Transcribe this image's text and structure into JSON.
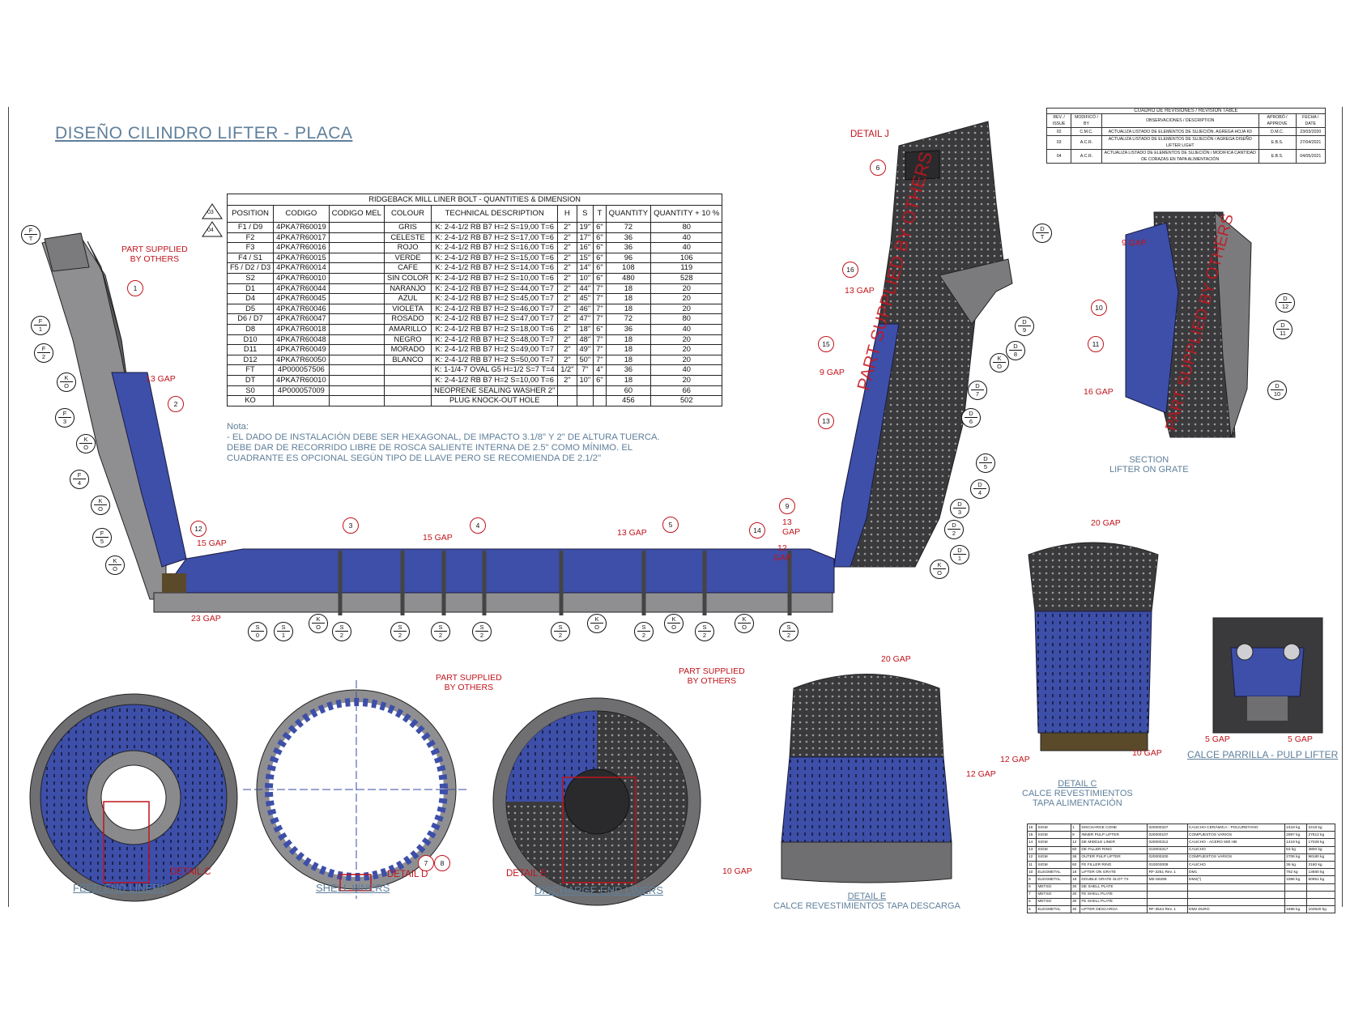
{
  "title": "DISEÑO CILINDRO LIFTER - PLACA",
  "bolt_table": {
    "caption": "RIDGEBACK MILL LINER BOLT - QUANTITIES & DIMENSION",
    "headers": [
      "POSITION",
      "CODIGO",
      "CODIGO MEL",
      "COLOUR",
      "TECHNICAL DESCRIPTION",
      "H",
      "S",
      "T",
      "QUANTITY",
      "QUANTITY + 10 %"
    ],
    "rows": [
      [
        "F1 / D9",
        "4PKA7R60019",
        "",
        "GRIS",
        "K: 2-4-1/2 RB B7 H=2 S=19,00 T=6",
        "2\"",
        "19\"",
        "6\"",
        "72",
        "80"
      ],
      [
        "F2",
        "4PKA7R60017",
        "",
        "CELESTE",
        "K: 2-4-1/2 RB B7 H=2 S=17,00 T=6",
        "2\"",
        "17\"",
        "6\"",
        "36",
        "40"
      ],
      [
        "F3",
        "4PKA7R60016",
        "",
        "ROJO",
        "K: 2-4-1/2 RB B7 H=2 S=16,00 T=6",
        "2\"",
        "16\"",
        "6\"",
        "36",
        "40"
      ],
      [
        "F4 / S1",
        "4PKA7R60015",
        "",
        "VERDE",
        "K: 2-4-1/2 RB B7 H=2 S=15,00 T=6",
        "2\"",
        "15\"",
        "6\"",
        "96",
        "106"
      ],
      [
        "F5 / D2 / D3",
        "4PKA7R60014",
        "",
        "CAFE",
        "K: 2-4-1/2 RB B7 H=2 S=14,00 T=6",
        "2\"",
        "14\"",
        "6\"",
        "108",
        "119"
      ],
      [
        "S2",
        "4PKA7R60010",
        "",
        "SIN COLOR",
        "K: 2-4-1/2 RB B7 H=2 S=10,00 T=6",
        "2\"",
        "10\"",
        "6\"",
        "480",
        "528"
      ],
      [
        "D1",
        "4PKA7R60044",
        "",
        "NARANJO",
        "K: 2-4-1/2 RB B7 H=2 S=44,00 T=7",
        "2\"",
        "44\"",
        "7\"",
        "18",
        "20"
      ],
      [
        "D4",
        "4PKA7R60045",
        "",
        "AZUL",
        "K: 2-4-1/2 RB B7 H=2 S=45,00 T=7",
        "2\"",
        "45\"",
        "7\"",
        "18",
        "20"
      ],
      [
        "D5",
        "4PKA7R60046",
        "",
        "VIOLETA",
        "K: 2-4-1/2 RB B7 H=2 S=46,00 T=7",
        "2\"",
        "46\"",
        "7\"",
        "18",
        "20"
      ],
      [
        "D6 / D7",
        "4PKA7R60047",
        "",
        "ROSADO",
        "K: 2-4-1/2 RB B7 H=2 S=47,00 T=7",
        "2\"",
        "47\"",
        "7\"",
        "72",
        "80"
      ],
      [
        "D8",
        "4PKA7R60018",
        "",
        "AMARILLO",
        "K: 2-4-1/2 RB B7 H=2 S=18,00 T=6",
        "2\"",
        "18\"",
        "6\"",
        "36",
        "40"
      ],
      [
        "D10",
        "4PKA7R60048",
        "",
        "NEGRO",
        "K: 2-4-1/2 RB B7 H=2 S=48,00 T=7",
        "2\"",
        "48\"",
        "7\"",
        "18",
        "20"
      ],
      [
        "D11",
        "4PKA7R60049",
        "",
        "MORADO",
        "K: 2-4-1/2 RB B7 H=2 S=49,00 T=7",
        "2\"",
        "49\"",
        "7\"",
        "18",
        "20"
      ],
      [
        "D12",
        "4PKA7R60050",
        "",
        "BLANCO",
        "K: 2-4-1/2 RB B7 H=2 S=50,00 T=7",
        "2\"",
        "50\"",
        "7\"",
        "18",
        "20"
      ],
      [
        "FT",
        "4P000057506",
        "",
        "",
        "K: 1-1/4-7 OVAL G5 H=1/2 S=7 T=4",
        "1/2\"",
        "7\"",
        "4\"",
        "36",
        "40"
      ],
      [
        "DT",
        "4PKA7R60010",
        "",
        "",
        "K: 2-4-1/2 RB B7 H=2 S=10,00 T=6",
        "2\"",
        "10\"",
        "6\"",
        "18",
        "20"
      ],
      [
        "S0",
        "4P000057009",
        "",
        "",
        "NEOPRENE SEALING WASHER 2\"",
        "",
        "",
        "",
        "60",
        "66"
      ],
      [
        "KO",
        "",
        "",
        "",
        "PLUG KNOCK-OUT HOLE",
        "",
        "",
        "",
        "456",
        "502"
      ]
    ]
  },
  "note": {
    "heading": "Nota:",
    "text": "- EL DADO DE INSTALACIÓN DEBE SER HEXAGONAL, DE IMPACTO 3.1/8\" Y 2\" DE ALTURA TUERCA. DEBE DAR DE RECORRIDO LIBRE DE ROSCA SALIENTE INTERNA DE 2.5\" COMO MÍNIMO. EL CUADRANTE ES OPCIONAL SEGÚN TIPO DE LLAVE PERO SE RECOMIENDA DE 2.1/2\""
  },
  "revision_table": {
    "caption": "CUADRO DE REVISIONES / REVISION TABLE",
    "headers": [
      "REV. / ISSUE",
      "MODIFICÓ / BY",
      "OBSERVACIONES / DESCRIPTION",
      "APROBÓ / APPROVE",
      "FECHA / DATE"
    ],
    "rows": [
      [
        "02",
        "C.M.C.",
        "ACTUALIZA LISTADO DE ELEMENTOS DE SUJECIÓN. AGREGA HOJA K0",
        "D.M.C.",
        "23/03/2020"
      ],
      [
        "03",
        "A.C.R.",
        "ACTUALIZA LISTADO DE ELEMENTOS DE SUJECIÓN / AGREGA DISEÑO LIFTER LIGHT",
        "E.B.S.",
        "27/04/2021"
      ],
      [
        "04",
        "A.C.R.",
        "ACTUALIZA LISTADO DE ELEMENTOS DE SUJECIÓN / MODIFICA CANTIDAD DE CORAZAS EN TAPA ALIMENTACIÓN",
        "E.B.S.",
        "04/05/2021"
      ]
    ]
  },
  "parts_table": [
    [
      "16",
      "SIGM",
      "1",
      "DISCHARGE CONE",
      "020000327",
      "CAUCHO CERÁMICA - POLIURETANO",
      "2418 kg",
      "2418 kg"
    ],
    [
      "15",
      "SIGM",
      "9",
      "INNER PULP LIFTER",
      "020000107",
      "COMPUESTOS VARIOS",
      "2897 kg",
      "27512 kg"
    ],
    [
      "14",
      "SIGM",
      "12",
      "DE MIDDLE LINER",
      "020000312",
      "CAUCHO - ACERO 500 HB",
      "1419 kg",
      "17028 kg"
    ],
    [
      "13",
      "SIGM",
      "60",
      "DE FILLER RING",
      "010003317",
      "CAUCHO",
      "63 kg",
      "3800 kg"
    ],
    [
      "12",
      "SIGM",
      "36",
      "OUTER PULP LIFTER",
      "020000200",
      "COMPUESTOS VARIOS",
      "2706 kg",
      "98180 kg"
    ],
    [
      "11",
      "SIGM",
      "60",
      "FE FILLER RING",
      "010003008",
      "CAUCHO",
      "36 kg",
      "2160 kg"
    ],
    [
      "10",
      "ELEGMETAL",
      "18",
      "LIFTER ON GRATE",
      "RF-3251 Rev. 1",
      "DM1",
      "762 kg",
      "13560 kg"
    ],
    [
      "9",
      "ELEGMETAL",
      "18",
      "DOUBLE GRATE SLOT 7X",
      "ME-59289",
      "DM2(*)",
      "3386 kg",
      "60951 kg"
    ],
    [
      "8",
      "METSO",
      "30",
      "DE SHELL PLATE",
      "",
      "",
      "",
      ""
    ],
    [
      "7",
      "METSO",
      "30",
      "FE SHELL PLATE",
      "",
      "",
      "",
      ""
    ],
    [
      "6",
      "METSO",
      "30",
      "FE SHELL PLATE",
      "",
      "",
      "",
      ""
    ],
    [
      "5",
      "ELEGMETAL",
      "30",
      "LIFTER DESCARGA",
      "RF-3544 Rev. 1",
      "DM2 DURO",
      "3486 kg",
      "104520 kg"
    ]
  ],
  "labels": {
    "part_supplied_1": "PART SUPPLIED",
    "part_supplied_2": "BY OTHERS",
    "part_supplied_watermark": "PART SUPPLIED BY OTHERS",
    "detail_j": "DETAIL J",
    "detail_c": "DETAIL C",
    "detail_d": "DETAIL D",
    "detail_e": "DETAIL E",
    "section_1": "SECTION",
    "section_2": "LIFTER ON GRATE",
    "feed_end_liners": "FEED END LINERS",
    "shell_liners": "SHELL LINERS",
    "discharge_end_liners": "DISCHARGE END LINERS",
    "detail_c_title_1": "DETAIL C",
    "detail_c_title_2": "CALCE REVESTIMIENTOS",
    "detail_c_title_3": "TAPA ALIMENTACIÓN",
    "detail_e_title_1": "DETAIL E",
    "detail_e_title_2": "CALCE REVESTIMIENTOS TAPA DESCARGA",
    "calce_parrilla": "CALCE PARRILLA - PULP LIFTER",
    "rev_03": "03",
    "rev_04": "04"
  },
  "gaps": {
    "g13a": "13 GAP",
    "g15a": "15 GAP",
    "g23": "23 GAP",
    "g15b": "15 GAP",
    "g13b": "13 GAP",
    "g13c": "13",
    "g12a": "12",
    "gap_word": "GAP",
    "g13d": "13 GAP",
    "g9a": "9 GAP",
    "g9b": "9 GAP",
    "g16": "16 GAP",
    "g20a": "20 GAP",
    "g20b": "20 GAP",
    "g12b": "12 GAP",
    "g10a": "10 GAP",
    "g12c": "12 GAP",
    "g10b": "10 GAP",
    "g5a": "5 GAP",
    "g5b": "5 GAP"
  },
  "callouts_left": [
    {
      "top": "F",
      "bot": "T"
    },
    {
      "top": "F",
      "bot": "1"
    },
    {
      "top": "F",
      "bot": "2"
    },
    {
      "top": "K",
      "bot": "O"
    },
    {
      "top": "F",
      "bot": "3"
    },
    {
      "top": "K",
      "bot": "O"
    },
    {
      "top": "F",
      "bot": "4"
    },
    {
      "top": "K",
      "bot": "O"
    },
    {
      "top": "F",
      "bot": "5"
    },
    {
      "top": "K",
      "bot": "O"
    }
  ],
  "callouts_bottom": [
    {
      "top": "S",
      "bot": "0"
    },
    {
      "top": "S",
      "bot": "1"
    },
    {
      "top": "K",
      "bot": "O"
    },
    {
      "top": "S",
      "bot": "2"
    },
    {
      "top": "S",
      "bot": "2"
    },
    {
      "top": "S",
      "bot": "2"
    },
    {
      "top": "S",
      "bot": "2"
    },
    {
      "top": "S",
      "bot": "2"
    },
    {
      "top": "K",
      "bot": "O"
    },
    {
      "top": "S",
      "bot": "2"
    },
    {
      "top": "K",
      "bot": "O"
    },
    {
      "top": "S",
      "bot": "2"
    },
    {
      "top": "K",
      "bot": "O"
    },
    {
      "top": "S",
      "bot": "2"
    }
  ],
  "callouts_right": [
    {
      "top": "D",
      "bot": "T"
    },
    {
      "top": "D",
      "bot": "9"
    },
    {
      "top": "D",
      "bot": "8"
    },
    {
      "top": "K",
      "bot": "O"
    },
    {
      "top": "D",
      "bot": "7"
    },
    {
      "top": "D",
      "bot": "6"
    },
    {
      "top": "D",
      "bot": "5"
    },
    {
      "top": "D",
      "bot": "4"
    },
    {
      "top": "D",
      "bot": "3"
    },
    {
      "top": "D",
      "bot": "2"
    },
    {
      "top": "D",
      "bot": "1"
    },
    {
      "top": "K",
      "bot": "O"
    }
  ],
  "callouts_section": [
    {
      "top": "D",
      "bot": "12"
    },
    {
      "top": "D",
      "bot": "11"
    },
    {
      "top": "D",
      "bot": "10"
    }
  ],
  "part_numbers": [
    "1",
    "2",
    "3",
    "4",
    "5",
    "9",
    "10",
    "11",
    "12",
    "13",
    "14",
    "15",
    "16",
    "6",
    "7",
    "8"
  ],
  "colors": {
    "liner_blue": "#3d4fa8",
    "liner_grey": "#6f6f72",
    "dark": "#3a3a3d",
    "red": "#c0141c",
    "accent": "#5f7f9a"
  }
}
